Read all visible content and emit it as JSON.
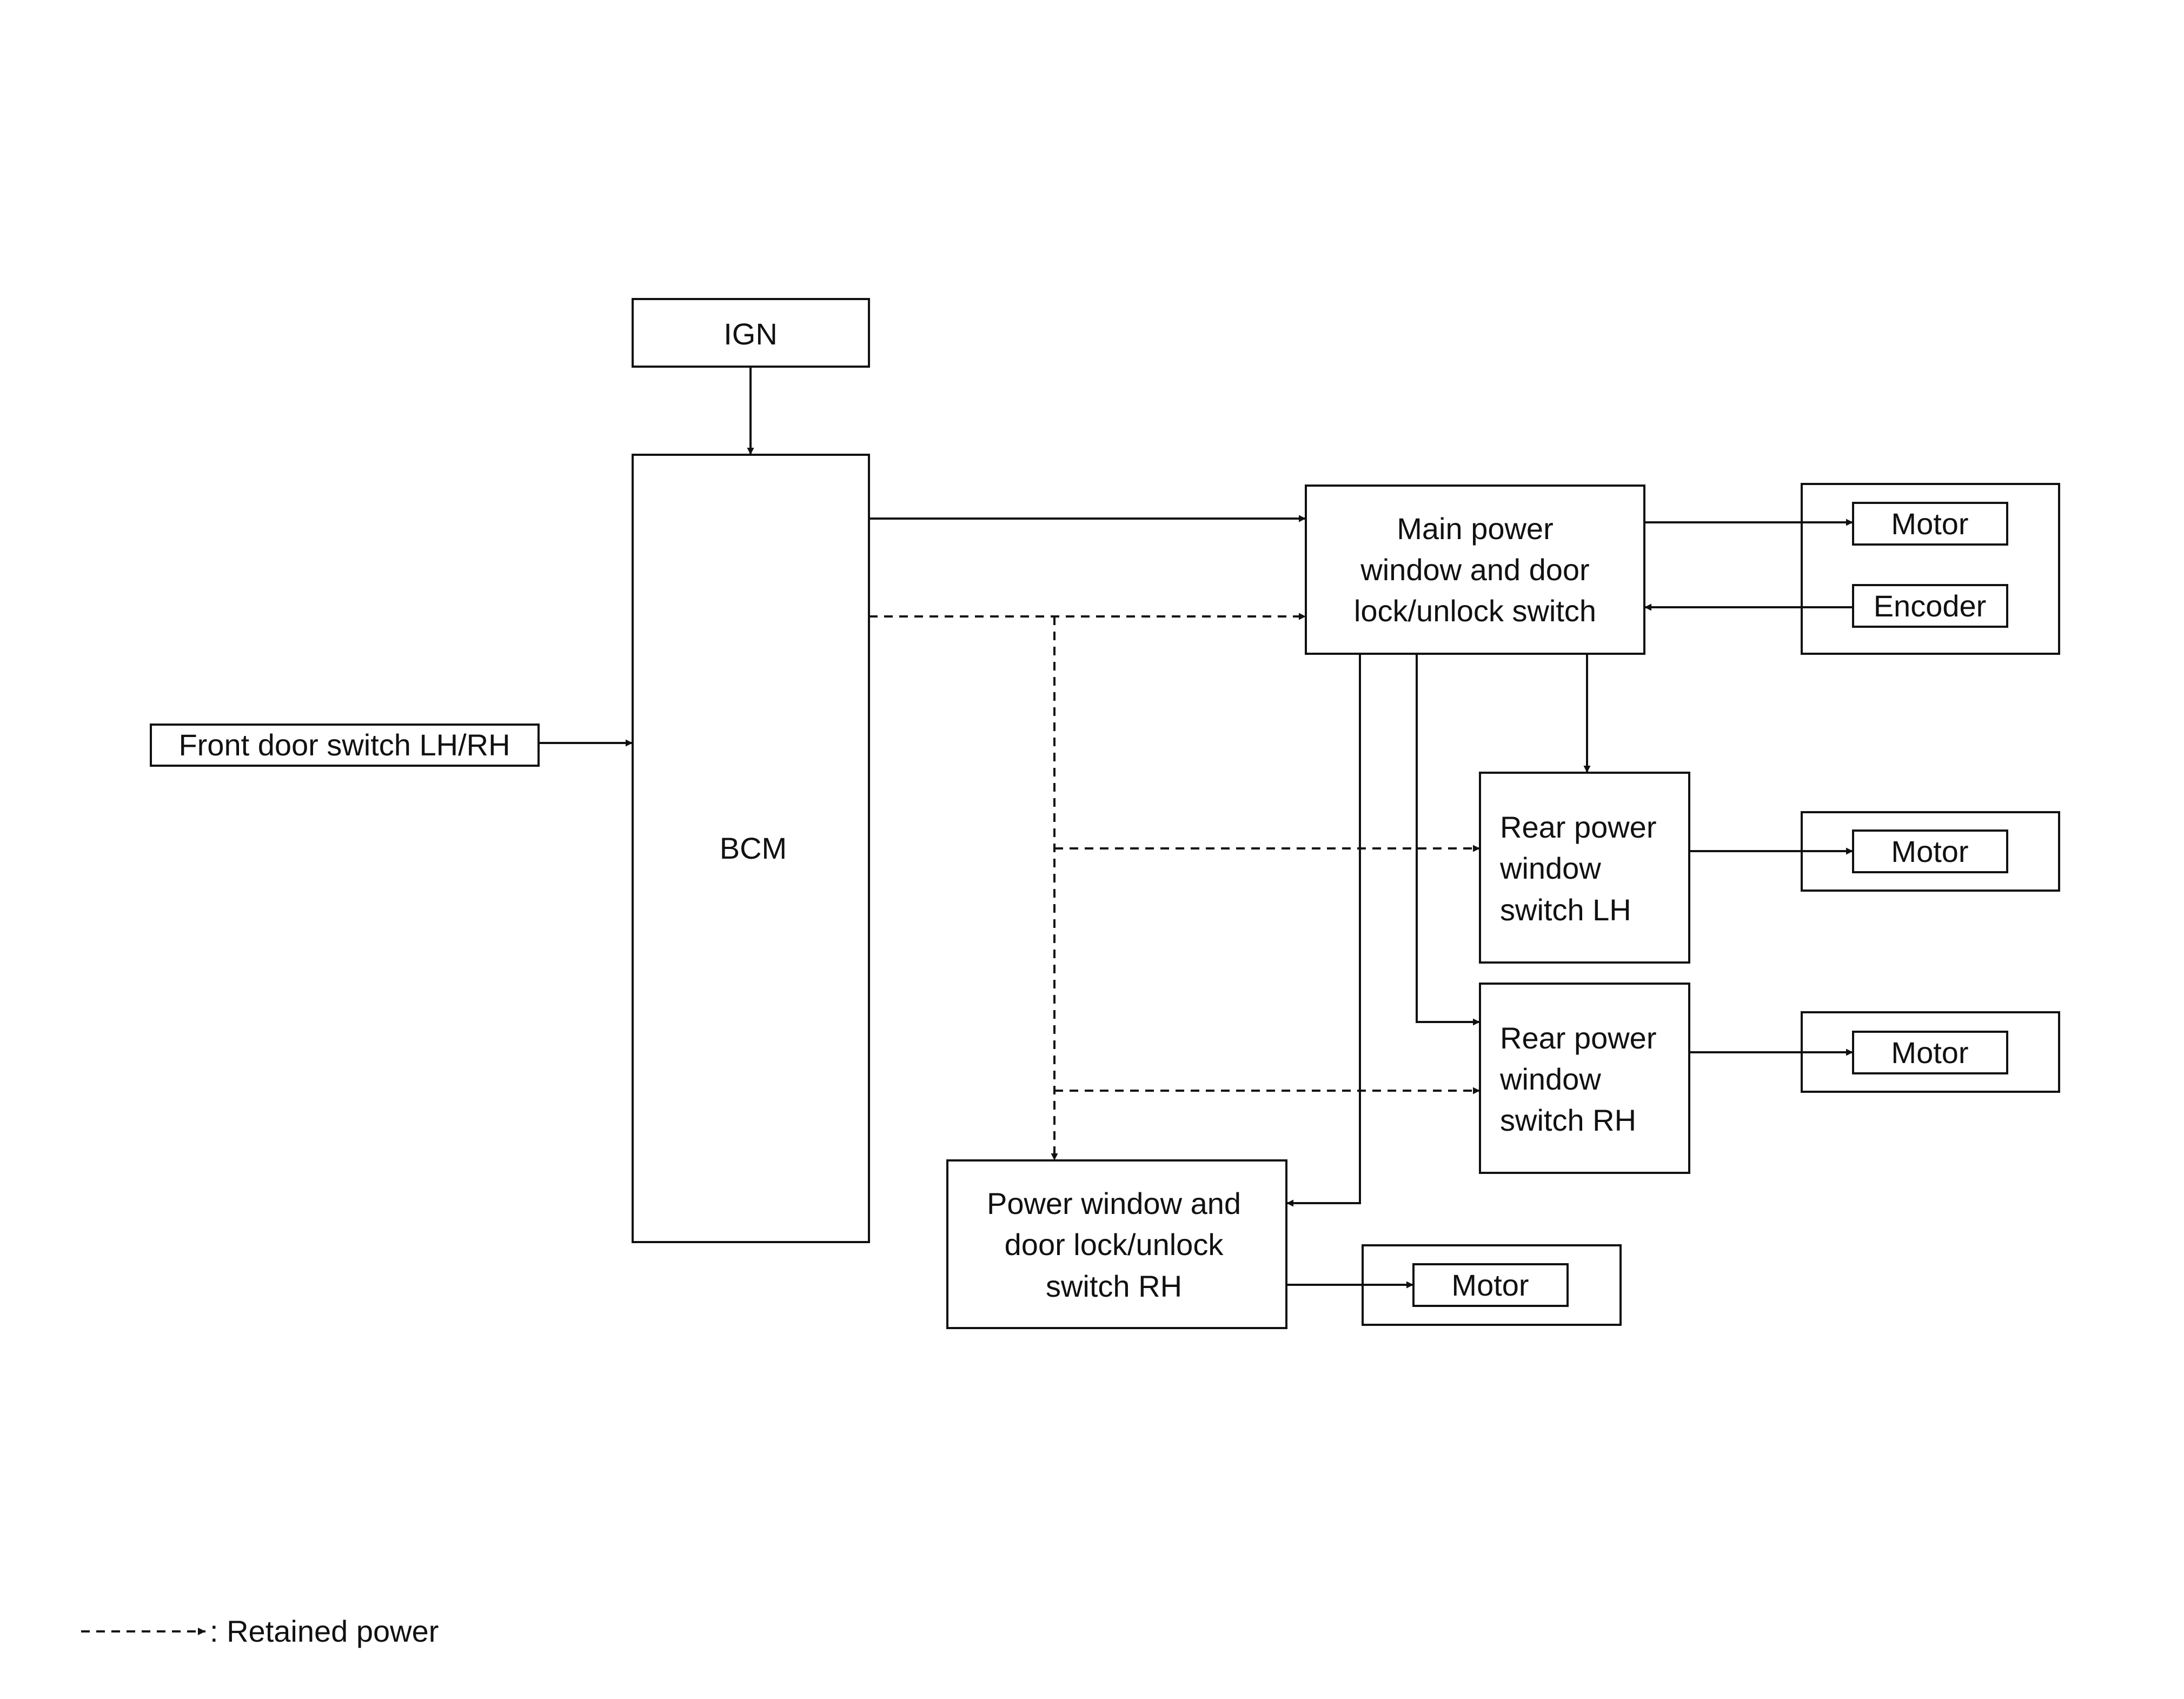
{
  "blocks": {
    "ign": "IGN",
    "bcm": "BCM",
    "front_door_switch": "Front door switch LH/RH",
    "main_switch": [
      "Main power",
      "window and door",
      "lock/unlock switch"
    ],
    "rear_lh": [
      "Rear power",
      "window",
      "switch LH"
    ],
    "rear_rh": [
      "Rear power",
      "window",
      "switch RH"
    ],
    "pw_rh": [
      "Power window and",
      "door lock/unlock",
      "switch RH"
    ],
    "motor_main": "Motor",
    "encoder": "Encoder",
    "motor_rear_lh": "Motor",
    "motor_rear_rh": "Motor",
    "motor_pw_rh": "Motor"
  },
  "legend": {
    "text": ": Retained power"
  }
}
